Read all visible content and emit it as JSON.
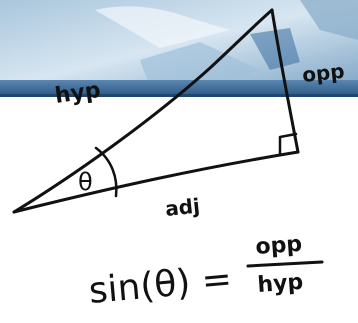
{
  "labels": {
    "hypotenuse": "hyp",
    "opposite": "opp",
    "adjacent": "adj",
    "angle": "θ"
  },
  "formula": {
    "lhs": "sin(θ) =",
    "numerator": "opp",
    "denominator": "hyp"
  },
  "colors": {
    "ink": "#111111",
    "photo_sky": "#8fb4cf",
    "photo_light": "#c9dceb",
    "photo_band": "#3f6f9b",
    "photo_band_dark": "#2a5580",
    "paper": "#ffffff"
  }
}
